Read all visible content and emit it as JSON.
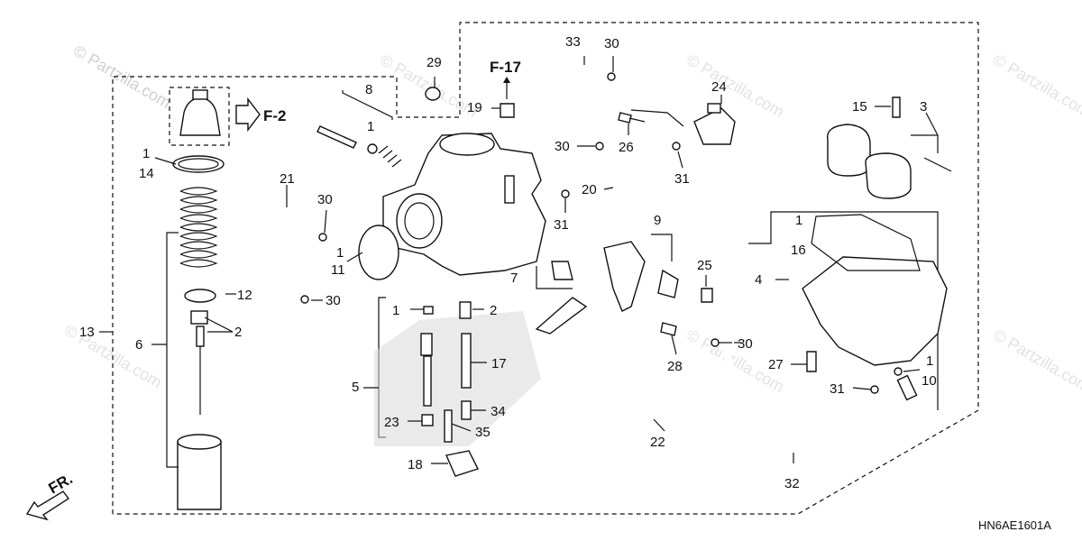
{
  "watermark": {
    "copyright": "© Partzilla.com",
    "brand": "© Partzilla.com"
  },
  "refs": {
    "f17": "F-17",
    "f2": "F-2",
    "front": "FR."
  },
  "diagram_code": "HN6AE1601A",
  "callouts": {
    "c1a": "1",
    "c14": "14",
    "c13": "13",
    "c6": "6",
    "c12": "12",
    "c2a": "2",
    "c8": "8",
    "c1b": "1",
    "c21": "21",
    "c30a": "30",
    "c1c": "1",
    "c11": "11",
    "c30b": "30",
    "c29": "29",
    "c19": "19",
    "c33": "33",
    "c30c": "30",
    "c24": "24",
    "c30d": "30",
    "c26": "26",
    "c31a": "31",
    "c20": "20",
    "c31b": "31",
    "c15": "15",
    "c3": "3",
    "c9": "9",
    "c7": "7",
    "c25": "25",
    "c1d": "1",
    "c2b": "2",
    "c5": "5",
    "c17": "17",
    "c23": "23",
    "c34": "34",
    "c35": "35",
    "c18": "18",
    "c28": "28",
    "c30e": "30",
    "c22": "22",
    "c1e": "1",
    "c16": "16",
    "c4": "4",
    "c27": "27",
    "c1f": "1",
    "c10": "10",
    "c31c": "31",
    "c32": "32"
  }
}
